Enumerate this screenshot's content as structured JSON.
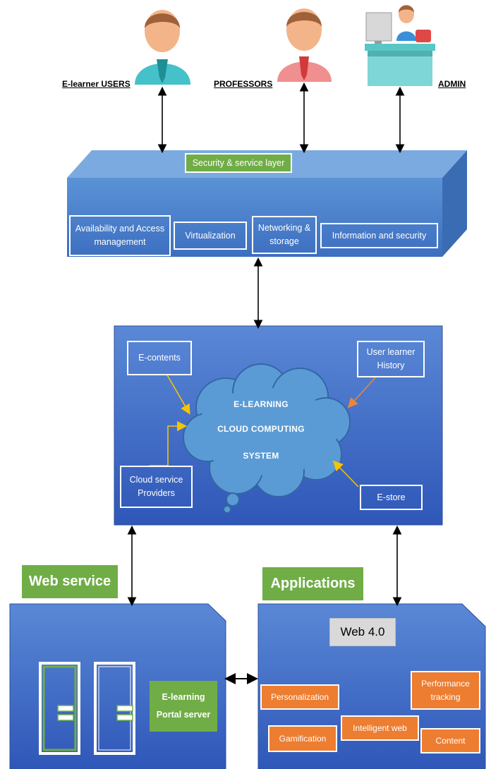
{
  "roles": {
    "users": "E-learner USERS",
    "professors": "PROFESSORS",
    "admin": "ADMIN"
  },
  "security_layer": {
    "title": "Security & service layer",
    "availability": "Availability and Access management",
    "virtualization": "Virtualization",
    "networking": "Networking & storage",
    "information": "Information and security"
  },
  "cloud": {
    "line1": "E-LEARNING",
    "line2": "CLOUD COMPUTING",
    "line3": "SYSTEM",
    "e_contents": "E-contents",
    "user_history": "User learner History",
    "cloud_providers": "Cloud service Providers",
    "e_store": "E-store"
  },
  "web_service": {
    "title": "Web service",
    "portal": "E-learning Portal server"
  },
  "applications": {
    "title": "Applications",
    "web40": "Web 4.0",
    "personalization": "Personalization",
    "performance": "Performance tracking",
    "intelligent": "Intelligent web",
    "gamification": "Gamification",
    "content": "Content"
  },
  "colors": {
    "blue": "#4472c4",
    "green": "#70ad47",
    "orange": "#ed7d31",
    "cloud": "#5b9bd5"
  }
}
